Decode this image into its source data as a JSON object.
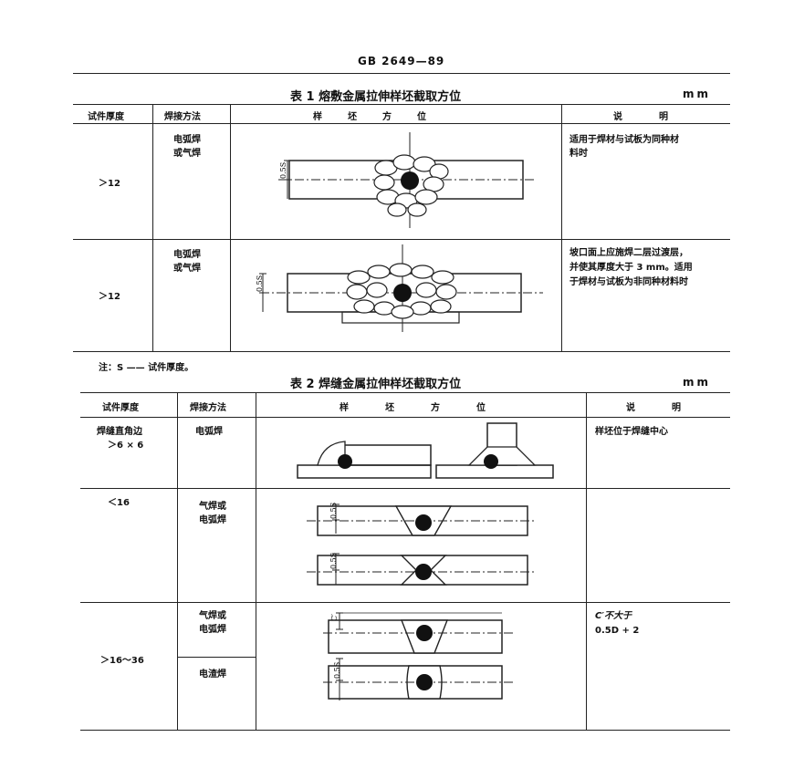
{
  "doc_header": "GB 2649—89",
  "table1": {
    "caption": "表 1 熔敷金属拉伸样坯截取方位",
    "unit": "mm",
    "columns": [
      "试件厚度",
      "焊接方法",
      "样坯方位",
      "说明"
    ],
    "rows": [
      {
        "thickness": "＞12",
        "method_line1": "电弧焊",
        "method_line2": "或气焊",
        "note_line1": "适用于焊材与试板为同种材",
        "note_line2": "料时",
        "note_line3": "",
        "dim_label": "0.5S"
      },
      {
        "thickness": "＞12",
        "method_line1": "电弧焊",
        "method_line2": "或气焊",
        "note_line1": "坡口面上应施焊二层过渡层，",
        "note_line2": "并使其厚度大于 3 mm。适用",
        "note_line3": "于焊材与试板为非同种材料时",
        "dim_label": "0.5S"
      }
    ],
    "footnote": "注：S —— 试件厚度。"
  },
  "table2": {
    "caption": "表 2 焊缝金属拉伸样坯截取方位",
    "unit": "mm",
    "columns": [
      "试件厚度",
      "焊接方法",
      "样坯方位",
      "说明"
    ],
    "rows": [
      {
        "thickness_line1": "焊缝直角边",
        "thickness_line2": "＞6 × 6",
        "method": "电弧焊",
        "note_line1": "样坯位于焊缝中心",
        "note_line2": ""
      },
      {
        "thickness_line1": "＜16",
        "thickness_line2": "",
        "method_line1": "气焊或",
        "method_line2": "电弧焊",
        "dim_label": "0.5S"
      },
      {
        "thickness_line1": "＞16～36",
        "method_a_line1": "气焊或",
        "method_a_line2": "电弧焊",
        "method_b": "电渣焊",
        "note_line1": "C′不大于",
        "note_line2": "0.5D + 2",
        "dim_label_c": "C′",
        "dim_label": "0.5S"
      }
    ]
  }
}
